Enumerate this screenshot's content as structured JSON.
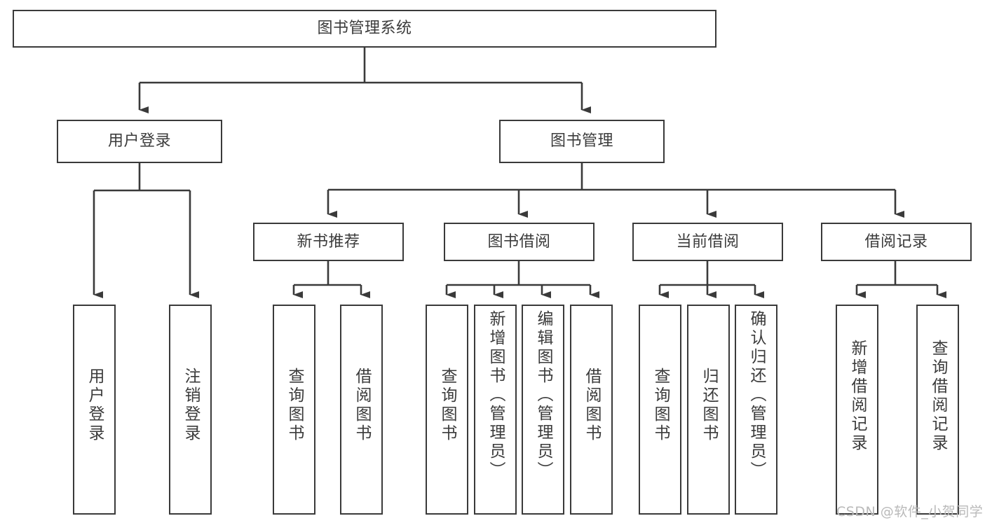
{
  "diagram": {
    "title": "图书管理系统",
    "type": "hierarchy-tree",
    "root": {
      "id": "root",
      "label": "图书管理系统"
    },
    "level1": [
      {
        "id": "user-login",
        "label": "用户登录"
      },
      {
        "id": "book-management",
        "label": "图书管理"
      }
    ],
    "level2": [
      {
        "id": "new-book-recommend",
        "label": "新书推荐",
        "parent": "book-management"
      },
      {
        "id": "book-borrow",
        "label": "图书借阅",
        "parent": "book-management"
      },
      {
        "id": "current-borrow",
        "label": "当前借阅",
        "parent": "book-management"
      },
      {
        "id": "borrow-record",
        "label": "借阅记录",
        "parent": "book-management"
      }
    ],
    "leaves": [
      {
        "id": "leaf-user-login",
        "label": "用户登录",
        "parent": "user-login"
      },
      {
        "id": "leaf-logout-login",
        "label": "注销登录",
        "parent": "user-login"
      },
      {
        "id": "leaf-query-book-1",
        "label": "查询图书",
        "parent": "new-book-recommend"
      },
      {
        "id": "leaf-borrow-book-1",
        "label": "借阅图书",
        "parent": "new-book-recommend"
      },
      {
        "id": "leaf-query-book-2",
        "label": "查询图书",
        "parent": "book-borrow"
      },
      {
        "id": "leaf-add-book",
        "label": "新增图书（管理员）",
        "parent": "book-borrow"
      },
      {
        "id": "leaf-edit-book",
        "label": "编辑图书（管理员）",
        "parent": "book-borrow"
      },
      {
        "id": "leaf-borrow-book-2",
        "label": "借阅图书",
        "parent": "book-borrow"
      },
      {
        "id": "leaf-query-book-3",
        "label": "查询图书",
        "parent": "current-borrow"
      },
      {
        "id": "leaf-return-book",
        "label": "归还图书",
        "parent": "current-borrow"
      },
      {
        "id": "leaf-confirm-return",
        "label": "确认归还（管理员）",
        "parent": "current-borrow"
      },
      {
        "id": "leaf-add-record",
        "label": "新增借阅记录",
        "parent": "borrow-record"
      },
      {
        "id": "leaf-query-record",
        "label": "查询借阅记录",
        "parent": "borrow-record"
      }
    ],
    "colors": {
      "stroke": "#3a3a3a",
      "text": "#3b3b3b",
      "background": "#ffffff",
      "watermark": "#b9b9b9"
    }
  },
  "watermark": {
    "text": "CSDN @软件_小贺同学"
  }
}
